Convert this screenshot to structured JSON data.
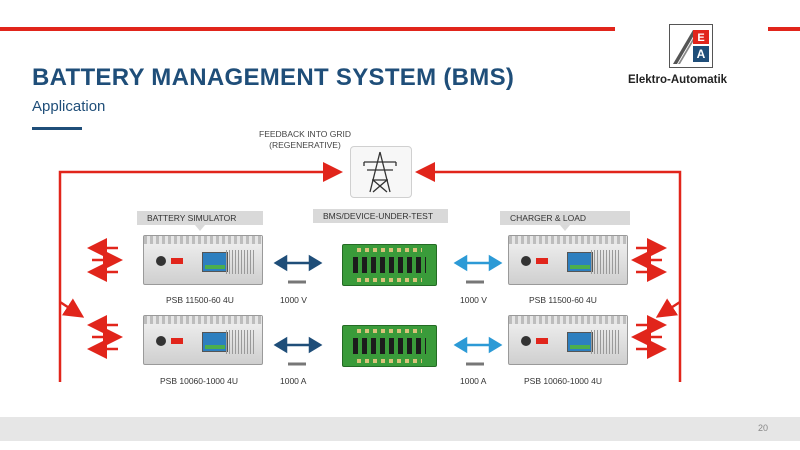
{
  "header": {
    "title": "BATTERY MANAGEMENT SYSTEM (BMS)",
    "subtitle": "Application",
    "logo_text": "Elektro-Automatik",
    "logo_mark": "EA",
    "accent_red": "#e1251b",
    "accent_blue": "#1f4e79"
  },
  "diagram": {
    "feedback_line1": "FEEDBACK INTO GRID",
    "feedback_line2": "(REGENERATIVE)",
    "battery_simulator_label": "BATTERY SIMULATOR",
    "dut_label": "BMS/DEVICE-UNDER-TEST",
    "charger_label": "CHARGER & LOAD",
    "model_left_top": "PSB 11500-60 4U",
    "model_left_bottom": "PSB 10060-1000 4U",
    "model_right_top": "PSB 11500-60 4U",
    "model_right_bottom": "PSB 10060-1000 4U",
    "spec_left_top": "1000 V",
    "spec_left_bottom": "1000 A",
    "spec_right_top": "1000 V",
    "spec_right_bottom": "1000 A",
    "icons": {
      "grid": "power-pylon-icon",
      "feedback_arrow": "red-arrow",
      "link_arrow_left": "dark-blue-double-arrow",
      "link_arrow_right": "light-blue-double-arrow"
    }
  },
  "footer": {
    "page_number": "20"
  }
}
